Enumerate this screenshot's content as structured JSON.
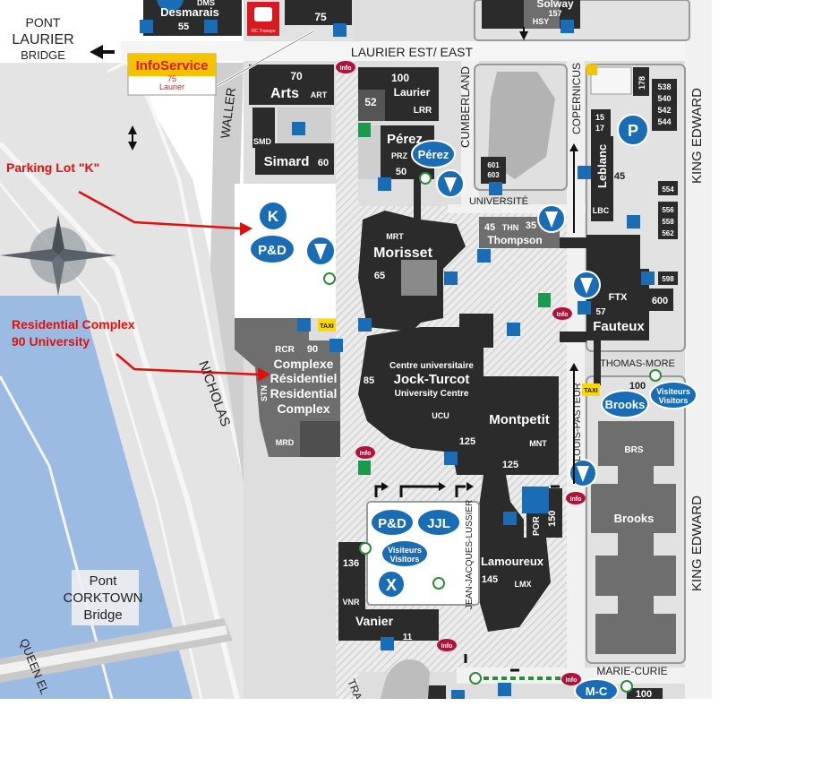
{
  "colors": {
    "river": "#9bbbe3",
    "building": "#2b2b2b",
    "grey_building": "#6f6f6f",
    "road": "#d0d0d0",
    "plaza": "#e3e3e3",
    "badge": "#1a6db5",
    "annotation": "#e01010",
    "taxi": "#ffd800"
  },
  "bridges": {
    "laurier_pont": "PONT",
    "laurier_name": "LAURIER",
    "laurier_bridge": "BRIDGE",
    "corktown_pont": "Pont",
    "corktown_name": "CORKTOWN",
    "corktown_bridge": "Bridge"
  },
  "infoservice": {
    "brand": "InfoService",
    "number": "75",
    "street": "Laurier"
  },
  "oc_transpo": "OC Transpo",
  "streets": {
    "laurier": "LAURIER EST/ EAST",
    "waller": "WALLER",
    "cumberland": "CUMBERLAND",
    "universite": "UNIVERSITÉ",
    "copernicus": "COPERNICUS",
    "king_edward_top": "KING EDWARD",
    "king_edward_bottom": "KING EDWARD",
    "nicholas": "NICHOLAS",
    "thomas_more": "THOMAS-MORE",
    "louis_pasteur": "LOUIS-PASTEUR",
    "jean_jacques": "JEAN-JACQUES-LUSSIER",
    "marie_curie": "MARIE-CURIE",
    "queen_elizabeth": "QUEEN EL",
    "transit": "TRA"
  },
  "annotations": {
    "lot_k": "Parking Lot \"K\"",
    "res_line1": "Residential Complex",
    "res_line2": "90 University"
  },
  "badges": {
    "k": "K",
    "pd": "P&D",
    "jjl": "JJL",
    "x": "X",
    "perez": "Pérez",
    "brooks": "Brooks",
    "visitors_fr": "Visiteurs",
    "visitors_en": "Visitors",
    "p": "P",
    "mc": "M-C",
    "info": "Info",
    "taxi": "TAXI"
  },
  "buildings": {
    "desmarais": "Desmarais",
    "dms": "DMS",
    "dms_no": "55",
    "no75": "75",
    "solway": "Solway",
    "solway_no": "157",
    "hsy": "HSY",
    "arts": "Arts",
    "art": "ART",
    "arts_no": "70",
    "laurier100": "100",
    "laurier": "Laurier",
    "lrr": "LRR",
    "no52": "52",
    "smd": "SMD",
    "simard": "Simard",
    "simard_no": "60",
    "perez": "Pérez",
    "prz": "PRZ",
    "perez_no": "50",
    "no601": "601",
    "no603": "603",
    "no15": "15",
    "no17": "17",
    "leblanc": "Leblanc",
    "lbc": "LBC",
    "no45": "45",
    "no178": "178",
    "no538": "538",
    "no540": "540",
    "no542": "542",
    "no544": "544",
    "no554": "554",
    "no556": "556",
    "no558": "558",
    "no562": "562",
    "no598": "598",
    "no600": "600",
    "mrt": "MRT",
    "morisset": "Morisset",
    "mrt_no": "65",
    "thn": "THN",
    "thn_no1": "45",
    "thn_no2": "35",
    "thompson": "Thompson",
    "ftx": "FTX",
    "ftx_no": "57",
    "fauteux": "Fauteux",
    "rcr": "RCR",
    "rcr_no": "90",
    "complexe": "Complexe",
    "residentiel": "Résidentiel",
    "residential": "Residential",
    "complex": "Complex",
    "stn": "STN",
    "mrd": "MRD",
    "centre": "Centre universitaire",
    "jock": "Jock-Turcot",
    "university_centre": "University Centre",
    "ucu": "UCU",
    "ucu_no": "125",
    "no85": "85",
    "montpetit": "Montpetit",
    "mnt": "MNT",
    "mnt_no": "125",
    "brooks100": "100",
    "brs": "BRS",
    "brooks": "Brooks",
    "por": "POR",
    "por_no": "150",
    "lamoureux": "Lamoureux",
    "lmx": "LMX",
    "lmx_no": "145",
    "no136": "136",
    "vnr": "VNR",
    "vanier": "Vanier",
    "vanier_no": "11",
    "no100b": "100"
  }
}
